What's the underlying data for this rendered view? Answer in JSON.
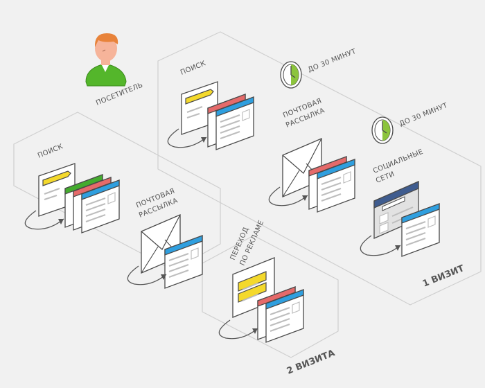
{
  "visitor": {
    "label": "ПОСЕТИТЕЛЬ"
  },
  "visit_1": {
    "group_label": "1 ВИЗИТ",
    "search_label": "ПОИСК",
    "mail_label_1": "ПОЧТОВАЯ",
    "mail_label_2": "РАССЫЛКА",
    "social_label_1": "СОЦИАЛЬНЫЕ",
    "social_label_2": "СЕТИ",
    "timer_1": "ДО 30 МИНУТ",
    "timer_2": "ДО 30 МИНУТ"
  },
  "visit_2": {
    "group_label": "2 ВИЗИТА",
    "search_label": "ПОИСК",
    "mail_label_1": "ПОЧТОВАЯ",
    "mail_label_2": "РАССЫЛКА",
    "ad_label_1": "ПЕРЕХОД",
    "ad_label_2": "ПО РЕКЛАМЕ"
  },
  "colors": {
    "blue": "#2f9fdf",
    "red": "#e56a6a",
    "green": "#44ab2e",
    "yellow": "#f4d92c",
    "navy": "#3f5c8f",
    "skin": "#f6b49a",
    "hair": "#e8833a",
    "shirt": "#54b62b",
    "clock": "#8cc43c"
  }
}
